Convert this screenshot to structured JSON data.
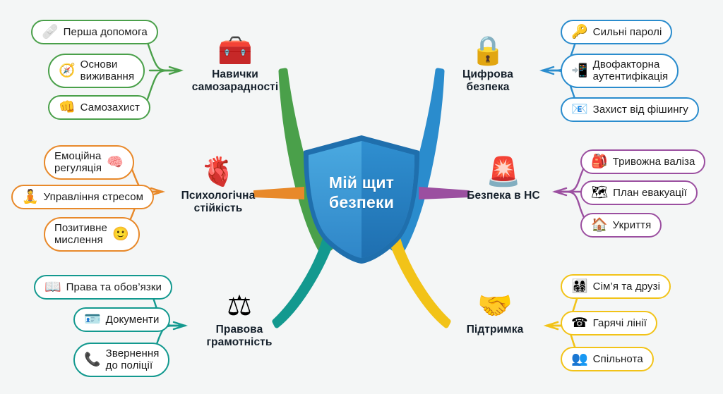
{
  "center": {
    "title_line1": "Мій щит",
    "title_line2": "безпеки",
    "icon": "shield-icon",
    "color": "#2b8fd4"
  },
  "branches": [
    {
      "id": "self-reliance",
      "label_line1": "Навички",
      "label_line2": "самозарадності",
      "icon": "first-aid-kit-icon",
      "icon_glyph": "🧰",
      "color": "#4aa04a",
      "children": [
        {
          "label": "Перша допомога",
          "icon": "bandage-icon",
          "icon_glyph": "🩹",
          "icon_side": "left"
        },
        {
          "label": "Основи\nвиживання",
          "icon": "compass-icon",
          "icon_glyph": "🧭",
          "icon_side": "left"
        },
        {
          "label": "Самозахист",
          "icon": "fist-icon",
          "icon_glyph": "👊",
          "icon_side": "left"
        }
      ]
    },
    {
      "id": "digital-security",
      "label_line1": "Цифрова",
      "label_line2": "безпека",
      "icon": "padlock-icon",
      "icon_glyph": "🔒",
      "color": "#2a8ccd",
      "children": [
        {
          "label": "Сильні паролі",
          "icon": "key-icon",
          "icon_glyph": "🔑",
          "icon_side": "left"
        },
        {
          "label": "Двофакторна\nаутентифікація",
          "icon": "mobile-phone-check-icon",
          "icon_glyph": "📲",
          "icon_side": "left"
        },
        {
          "label": "Захист від фішингу",
          "icon": "phishing-envelope-icon",
          "icon_glyph": "📧",
          "icon_side": "left"
        }
      ]
    },
    {
      "id": "psychological-resilience",
      "label_line1": "Психологічна",
      "label_line2": "стійкість",
      "icon": "anatomical-heart-icon",
      "icon_glyph": "🫀",
      "color": "#e08a28",
      "children": [
        {
          "label": "Емоційна\nрегуляція",
          "icon": "brain-icon",
          "icon_glyph": "🧠",
          "icon_side": "right"
        },
        {
          "label": "Управління стресом",
          "icon": "meditation-icon",
          "icon_glyph": "🧘",
          "icon_side": "left"
        },
        {
          "label": "Позитивне\nмислення",
          "icon": "smiley-face-icon",
          "icon_glyph": "🙂",
          "icon_side": "right"
        }
      ]
    },
    {
      "id": "emergency-safety",
      "label_line1": "Безпека в НС",
      "label_line2": "",
      "icon": "alarm-siren-icon",
      "icon_glyph": "🚨",
      "color": "#9b4fa0",
      "children": [
        {
          "label": "Тривожна валіза",
          "icon": "backpack-icon",
          "icon_glyph": "🎒",
          "icon_side": "left"
        },
        {
          "label": "План евакуації",
          "icon": "map-pin-icon",
          "icon_glyph": "🗺",
          "icon_side": "left"
        },
        {
          "label": "Укриття",
          "icon": "shelter-house-icon",
          "icon_glyph": "🏠",
          "icon_side": "left"
        }
      ]
    },
    {
      "id": "legal-literacy",
      "label_line1": "Правова",
      "label_line2": "грамотність",
      "icon": "scales-of-justice-icon",
      "icon_glyph": "⚖",
      "color": "#13998f",
      "children": [
        {
          "label": "Права та обов’язки",
          "icon": "open-book-icon",
          "icon_glyph": "📖",
          "icon_side": "left"
        },
        {
          "label": "Документи",
          "icon": "id-card-icon",
          "icon_glyph": "🪪",
          "icon_side": "left"
        },
        {
          "label": "Звернення\nдо поліції",
          "icon": "police-phone-icon",
          "icon_glyph": "📞",
          "icon_side": "left"
        }
      ]
    },
    {
      "id": "support",
      "label_line1": "Підтримка",
      "label_line2": "",
      "icon": "handshake-icon",
      "icon_glyph": "🤝",
      "color": "#f2c318",
      "children": [
        {
          "label": "Сім’я та друзі",
          "icon": "family-icon",
          "icon_glyph": "👨‍👩‍👧‍👦",
          "icon_side": "left"
        },
        {
          "label": "Гарячі лінії",
          "icon": "hotline-phone-heart-icon",
          "icon_glyph": "☎",
          "icon_side": "left"
        },
        {
          "label": "Спільнота",
          "icon": "community-network-icon",
          "icon_glyph": "👥",
          "icon_side": "left"
        }
      ]
    }
  ]
}
